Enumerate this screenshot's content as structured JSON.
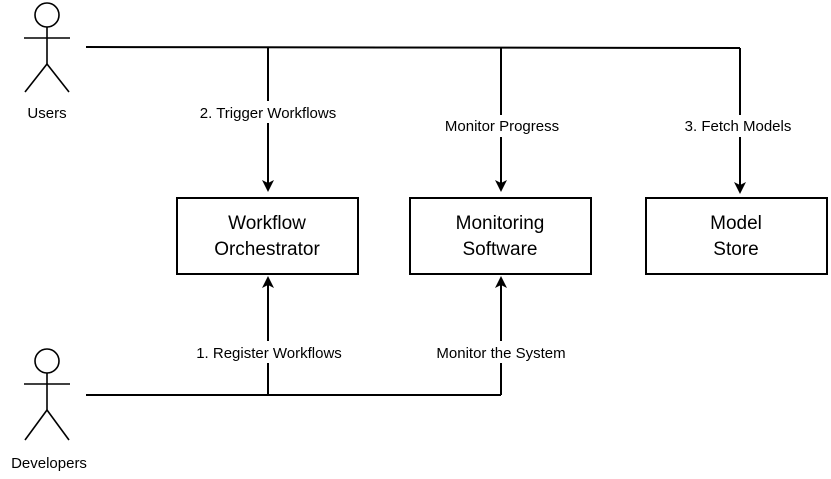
{
  "actors": {
    "users": "Users",
    "developers": "Developers"
  },
  "boxes": {
    "workflow": {
      "line1": "Workflow",
      "line2": "Orchestrator"
    },
    "monitoring": {
      "line1": "Monitoring",
      "line2": "Software"
    },
    "model": {
      "line1": "Model",
      "line2": "Store"
    }
  },
  "edges": {
    "trigger": "2. Trigger Workflows",
    "monitor_progress": "Monitor Progress",
    "fetch": "3. Fetch Models",
    "register": "1. Register Workflows",
    "monitor_system": "Monitor the System"
  },
  "colors": {
    "stroke": "#000000",
    "background": "#ffffff"
  }
}
